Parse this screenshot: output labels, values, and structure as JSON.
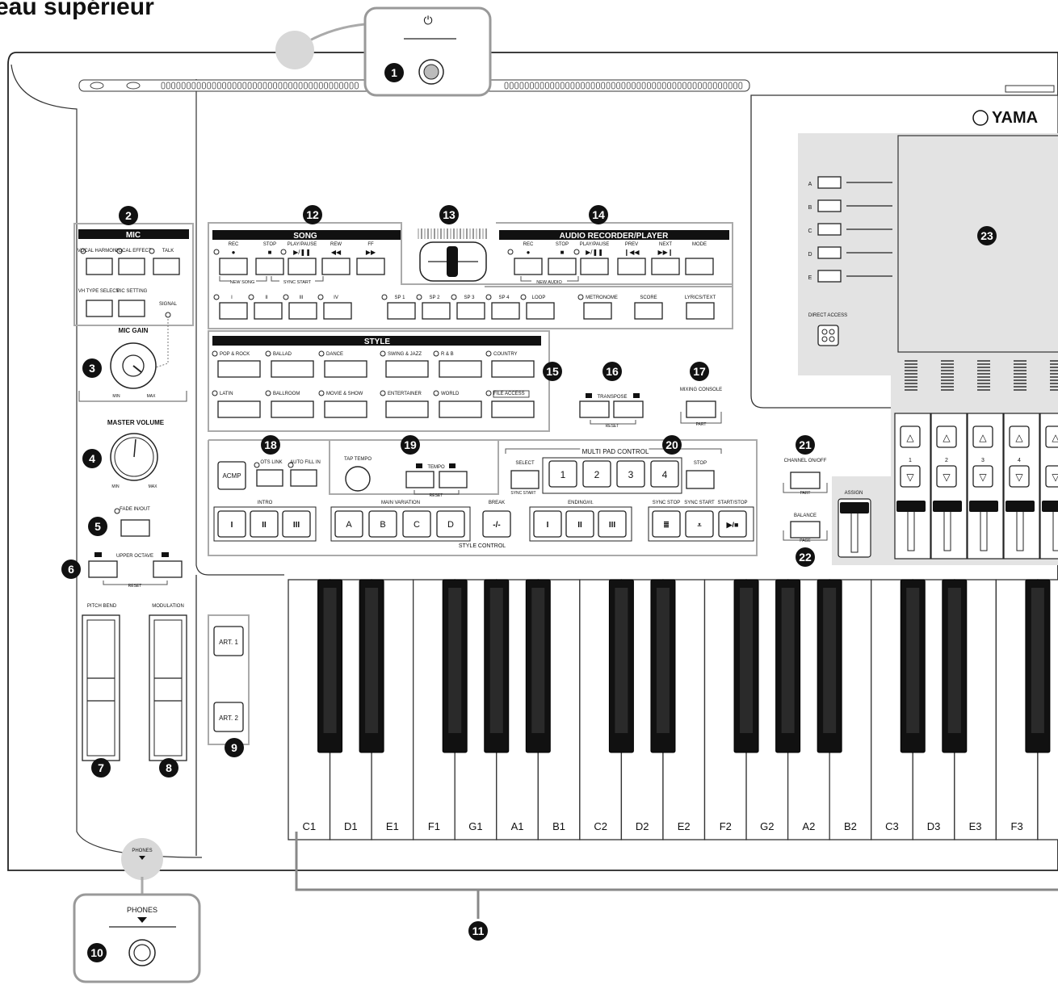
{
  "title": "eau supérieur",
  "callout_numbers": [
    "1",
    "2",
    "3",
    "4",
    "5",
    "6",
    "7",
    "8",
    "9",
    "10",
    "11",
    "12",
    "13",
    "14",
    "15",
    "16",
    "17",
    "18",
    "19",
    "20",
    "21",
    "22",
    "23"
  ],
  "brand": "YAMA",
  "power_symbol": "⏻",
  "phones": {
    "label": "PHONES"
  },
  "mic": {
    "header": "MIC",
    "vocal_harmony": "VOCAL HARMONY",
    "vocal_effect": "VOCAL EFFECT",
    "talk": "TALK",
    "vh_type_select": "VH TYPE SELECT",
    "mic_setting": "MIC SETTING",
    "signal": "SIGNAL",
    "mic_gain": "MIC GAIN",
    "min": "MIN",
    "max": "MAX"
  },
  "master_volume": "MASTER VOLUME",
  "fade": "FADE IN/OUT",
  "upper_octave": "UPPER OCTAVE",
  "reset": "RESET",
  "pitch_bend": "PITCH BEND",
  "modulation": "MODULATION",
  "art": [
    "ART. 1",
    "ART. 2"
  ],
  "song": {
    "header": "SONG",
    "buttons": [
      "REC",
      "STOP",
      "PLAY/PAUSE",
      "REW",
      "FF"
    ],
    "new_song": "NEW SONG",
    "sync_start": "SYNC START",
    "sections": [
      "I",
      "II",
      "III",
      "IV"
    ],
    "sp": [
      "SP 1",
      "SP 2",
      "SP 3",
      "SP 4",
      "LOOP"
    ],
    "metronome": "METRONOME",
    "score": "SCORE",
    "lyrics": "LYRICS/TEXT"
  },
  "audio": {
    "header": "AUDIO RECORDER/PLAYER",
    "buttons": [
      "REC",
      "STOP",
      "PLAY/PAUSE",
      "PREV",
      "NEXT",
      "MODE"
    ],
    "new_audio": "NEW AUDIO"
  },
  "style": {
    "header": "STYLE",
    "row1": [
      "POP & ROCK",
      "BALLAD",
      "DANCE",
      "SWING & JAZZ",
      "R & B",
      "COUNTRY"
    ],
    "row2": [
      "LATIN",
      "BALLROOM",
      "MOVIE & SHOW",
      "ENTERTAINER",
      "WORLD",
      "FILE ACCESS"
    ]
  },
  "transpose": "TRANSPOSE",
  "mixing_console": "MIXING CONSOLE",
  "part": "PART",
  "acmp": "ACMP",
  "ots_link": "OTS LINK",
  "auto_fill_in": "AUTO FILL IN",
  "tap_tempo": "TAP TEMPO",
  "tempo": "TEMPO",
  "multi_pad": {
    "header": "MULTI PAD CONTROL",
    "select": "SELECT",
    "stop": "STOP",
    "pads": [
      "1",
      "2",
      "3",
      "4"
    ],
    "sync_start": "SYNC START"
  },
  "style_control": {
    "label": "STYLE CONTROL",
    "intro": "INTRO",
    "main_variation": "MAIN VARIATION",
    "main_letters": [
      "A",
      "B",
      "C",
      "D"
    ],
    "break": "BREAK",
    "ending": "ENDING/rit.",
    "roman": [
      "I",
      "II",
      "III"
    ],
    "sync_stop": "SYNC STOP",
    "sync_start": "SYNC START",
    "start_stop": "START/STOP"
  },
  "channel_on_off": "CHANNEL ON/OFF",
  "balance": "BALANCE",
  "page": "PAGE",
  "assign": "ASSIGN",
  "screen_buttons": [
    "A",
    "B",
    "C",
    "D",
    "E"
  ],
  "direct_access": "DIRECT ACCESS",
  "part_numbers": [
    "1",
    "2",
    "3",
    "4"
  ],
  "keys": [
    "C1",
    "D1",
    "E1",
    "F1",
    "G1",
    "A1",
    "B1",
    "C2",
    "D2",
    "E2",
    "F2",
    "G2",
    "A2",
    "B2",
    "C3",
    "D3",
    "E3",
    "F3"
  ]
}
